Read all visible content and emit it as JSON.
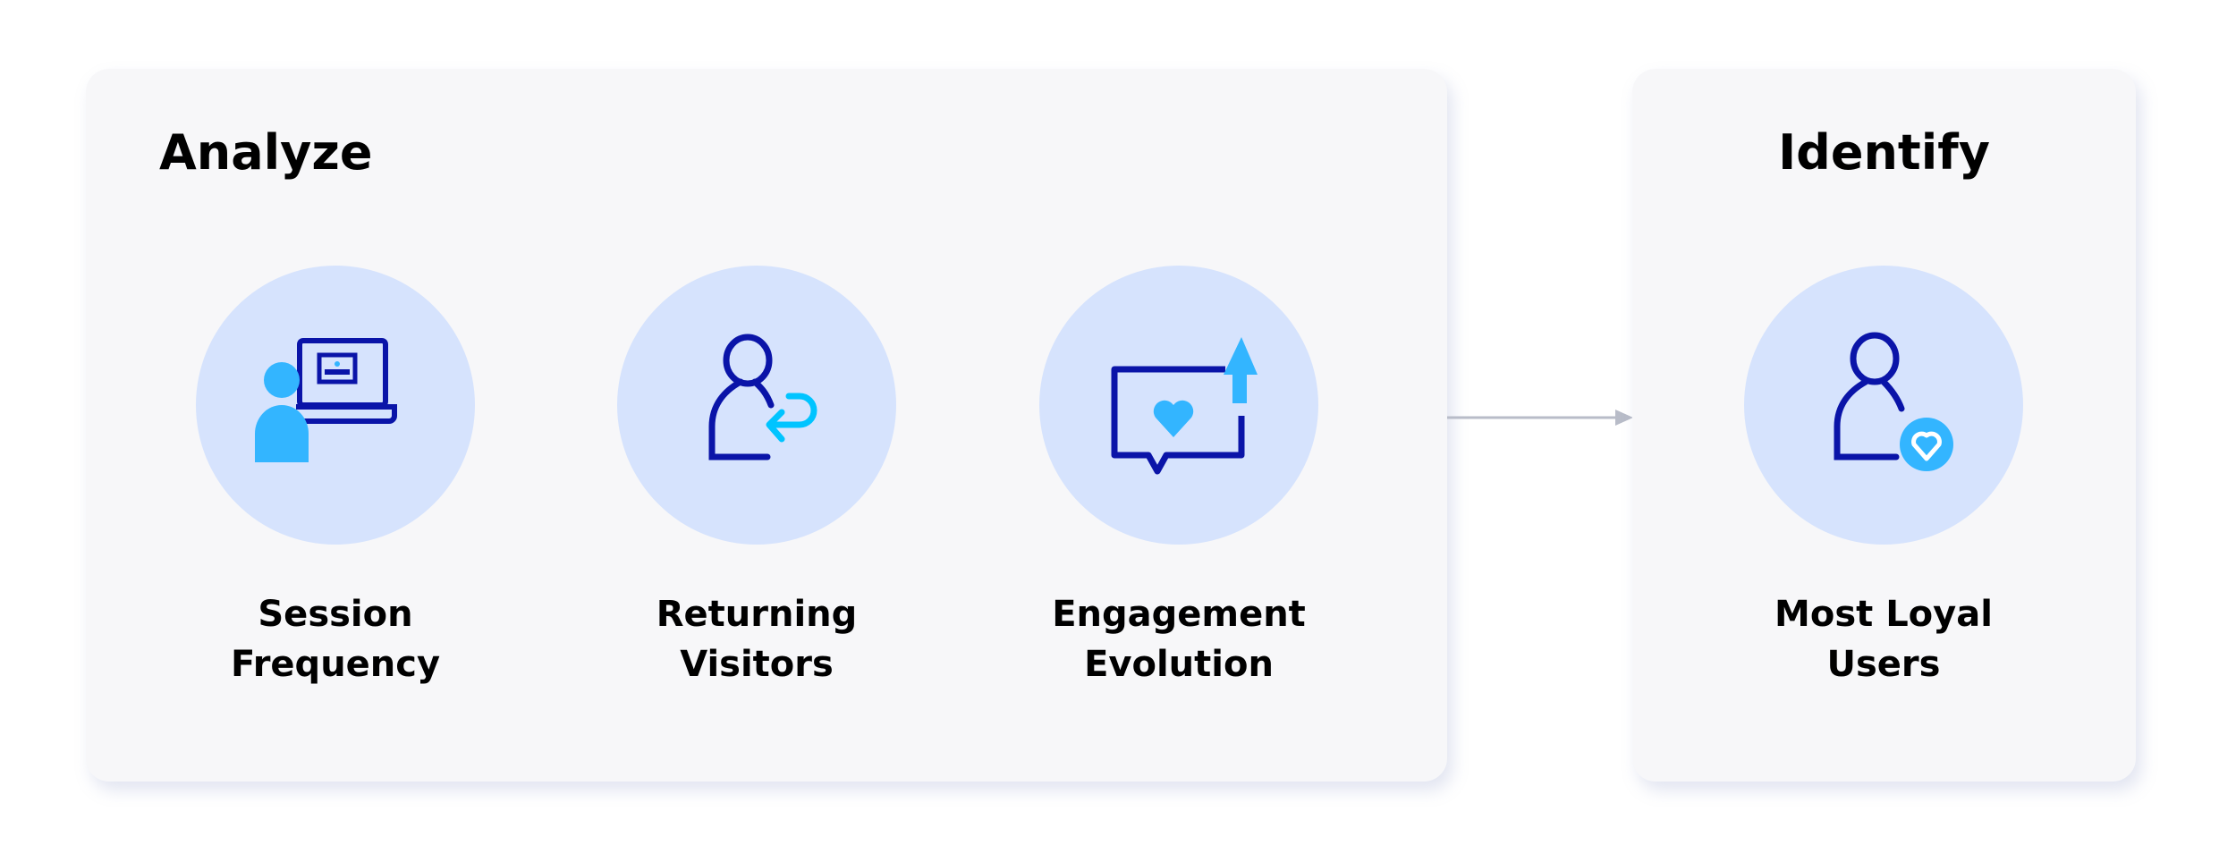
{
  "analyze": {
    "title": "Analyze",
    "items": [
      {
        "line1": "Session",
        "line2": "Frequency",
        "icon": "person-laptop-icon"
      },
      {
        "line1": "Returning",
        "line2": "Visitors",
        "icon": "person-return-icon"
      },
      {
        "line1": "Engagement",
        "line2": "Evolution",
        "icon": "chat-heart-up-icon"
      }
    ]
  },
  "identify": {
    "title": "Identify",
    "items": [
      {
        "line1": "Most Loyal",
        "line2": "Users",
        "icon": "person-heart-icon"
      }
    ]
  },
  "colors": {
    "dark": "#0a14a8",
    "light": "#33b5ff",
    "cyan": "#00c4ff",
    "circle": "#d6e3fd",
    "card": "#f7f7f9"
  }
}
